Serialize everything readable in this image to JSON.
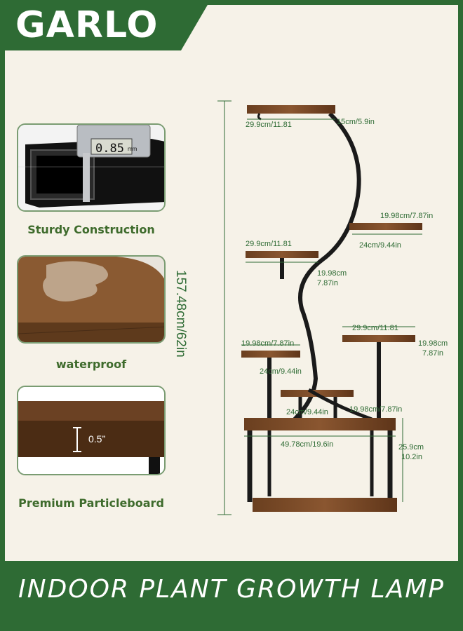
{
  "brand": {
    "name": "GARLO"
  },
  "features": [
    {
      "caption": "Sturdy Construction",
      "caliper_reading": "0.85",
      "caliper_unit": "mm"
    },
    {
      "caption": "waterproof"
    },
    {
      "caption": "Premium Particleboard",
      "thickness_label": "0.5”"
    }
  ],
  "dimensions": {
    "total_height": "157.48cm/62in",
    "top_shelf_width": "29.9cm/11.81",
    "top_shelf_depth": "15cm/5.9in",
    "right_shelf_width": "19.98cm/7.87in",
    "right_shelf_depth": "24cm/9.44in",
    "left_shelf_width": "29.9cm/11.81",
    "left_shelf_depth_a": "19.98cm",
    "left_shelf_depth_b": "7.87in",
    "mid_right_width": "29.9cm/11.81",
    "mid_right_depth_a": "19.98cm",
    "mid_right_depth_b": "7.87in",
    "mid_left_width": "19.98cm/7.87in",
    "mid_left_depth": "24cm/9.44in",
    "small_depth": "24cm/9.44in",
    "small_width": "19.98cm/7.87in",
    "base_width": "49.78cm/19.6in",
    "base_height_a": "25.9cm",
    "base_height_b": "10.2in"
  },
  "banner": {
    "title": "INDOOR PLANT GROWTH LAMP"
  },
  "colors": {
    "brand_green": "#2e6b34",
    "wood": "#7a4a26",
    "frame": "#1a1a1a"
  }
}
